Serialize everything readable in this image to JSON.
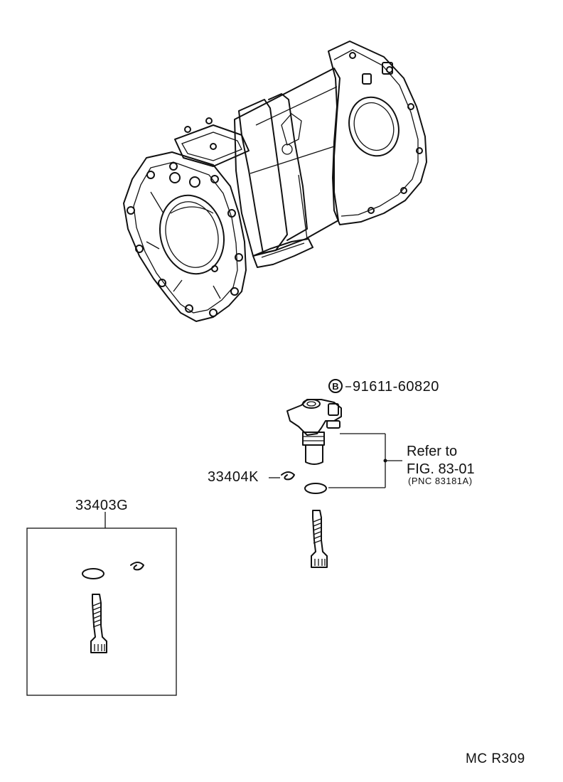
{
  "callouts": {
    "bolt_symbol": "B",
    "bolt_part": "91611-60820",
    "refer_line1": "Refer to",
    "refer_line2": "FIG. 83-01",
    "refer_pnc": "(PNC 83181A)",
    "clip_part": "33404K",
    "kit_part": "33403G"
  },
  "footer": {
    "code": "MC R309"
  },
  "icons": {
    "bolt": "circled-letter-b-icon"
  }
}
